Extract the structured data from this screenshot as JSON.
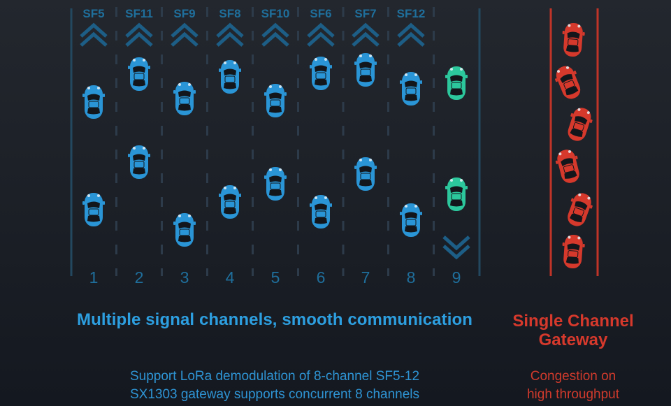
{
  "lanes": [
    {
      "sf": "SF5",
      "number": "1"
    },
    {
      "sf": "SF11",
      "number": "2"
    },
    {
      "sf": "SF9",
      "number": "3"
    },
    {
      "sf": "SF8",
      "number": "4"
    },
    {
      "sf": "SF10",
      "number": "5"
    },
    {
      "sf": "SF6",
      "number": "6"
    },
    {
      "sf": "SF7",
      "number": "7"
    },
    {
      "sf": "SF12",
      "number": "8"
    },
    {
      "sf": "",
      "number": "9"
    }
  ],
  "left_caption": {
    "headline": "Multiple signal channels, smooth communication",
    "line1": "Support LoRa demodulation of 8-channel SF5-12",
    "line2": "SX1303 gateway supports concurrent 8 channels"
  },
  "right_caption": {
    "headline_line1": "Single Channel",
    "headline_line2": "Gateway",
    "line1": "Congestion on",
    "line2": "high throughput"
  },
  "colors": {
    "blue": "#2a95d6",
    "teal": "#2cc79c",
    "red": "#d6392c",
    "lane_divider": "#2d3b4a",
    "border_dark": "#23485f"
  },
  "icons": {
    "up": "double-chevron-up-icon",
    "down": "double-chevron-down-icon",
    "car": "car-icon"
  }
}
